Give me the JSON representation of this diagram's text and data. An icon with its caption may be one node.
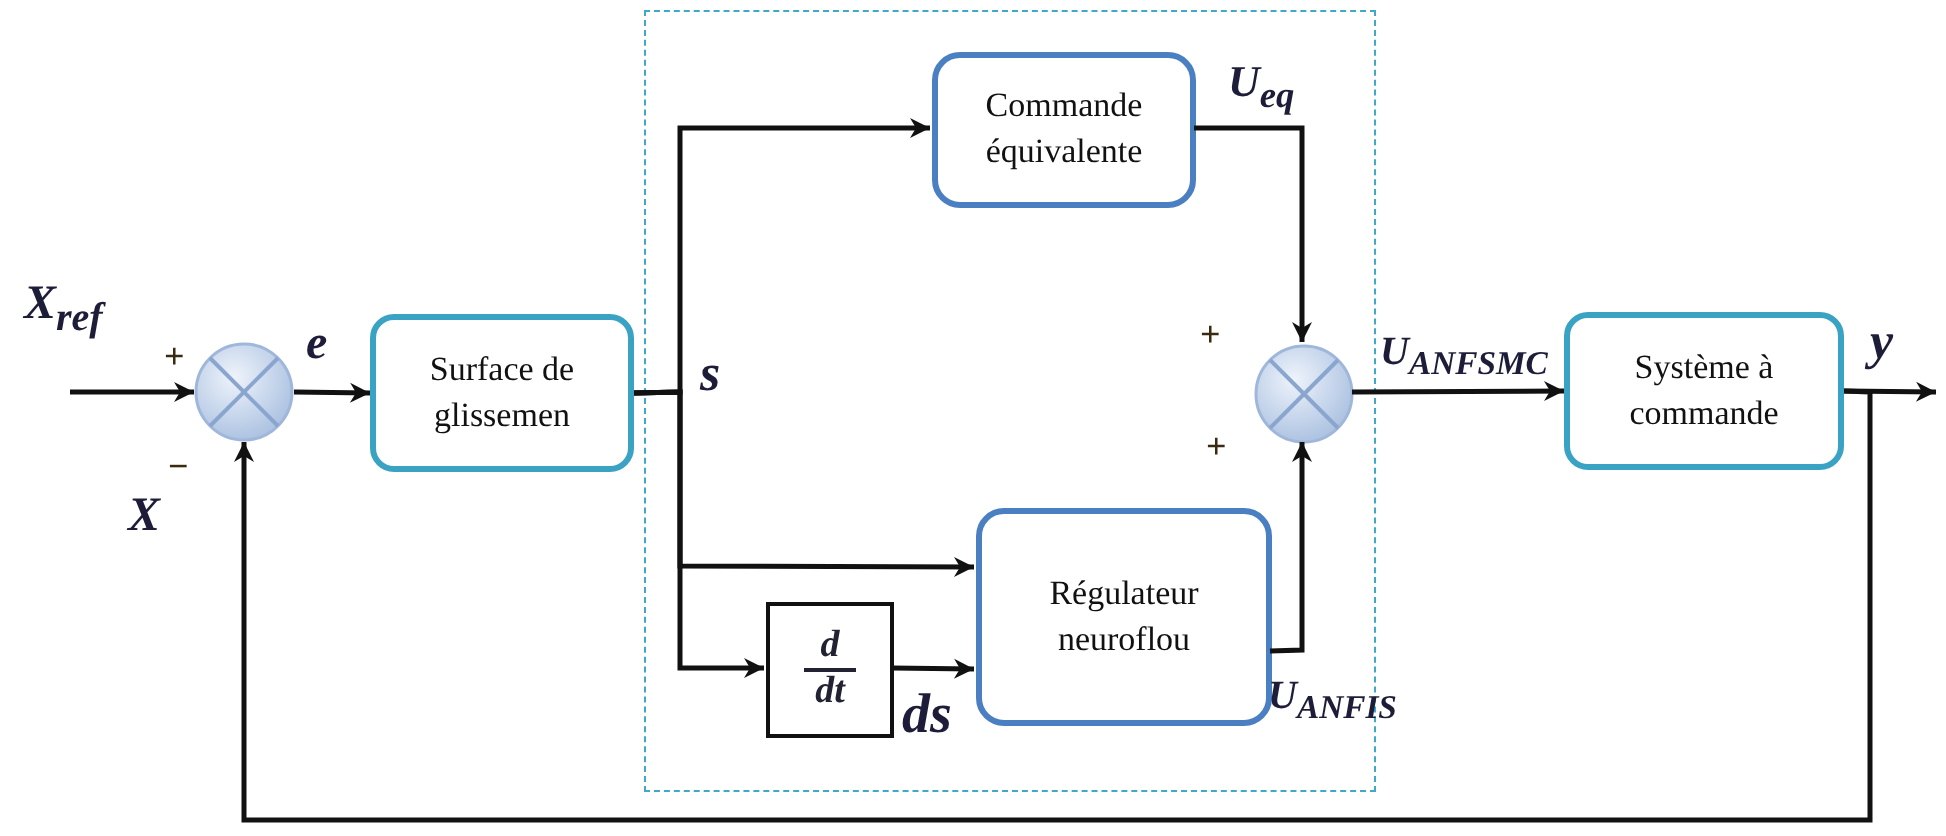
{
  "diagram": {
    "nodes": [
      {
        "text": [],
        "shape": "box"
      },
      {
        "text": [],
        "shape": "circle"
      },
      {
        "text": [
          "Surface de glissemen"
        ]
      },
      {
        "text": [
          "Commande équivalente"
        ],
        "in": 0
      },
      {
        "text": [
          "d",
          "dt"
        ],
        "in": 0
      },
      {
        "text": [
          "Régulateur neuroflou"
        ],
        "in": 0
      },
      {
        "text": [],
        "shape": "circle",
        "in": 0
      },
      {
        "text": [
          "Système à commande"
        ]
      }
    ],
    "edges": [
      {
        "from": null,
        "to": 1,
        "arrow": "to",
        "label": "X$_{ref}$"
      },
      {
        "from": 1,
        "to": 2,
        "arrow": "to",
        "label": "e"
      },
      {
        "from": 2,
        "to": 3,
        "arrow": "to",
        "label": "s"
      },
      {
        "from": 2,
        "to": 5,
        "arrow": "to"
      },
      {
        "from": 2,
        "to": 4,
        "arrow": "to"
      },
      {
        "from": 4,
        "to": 5,
        "arrow": "to",
        "label": "ds"
      },
      {
        "from": 3,
        "to": 6,
        "arrow": "to",
        "label": "U$_{eq}$"
      },
      {
        "from": 5,
        "to": 6,
        "arrow": "to",
        "label": "U$_{ANFIS}$"
      },
      {
        "from": 6,
        "to": 7,
        "arrow": "to",
        "label": "U$_{ANFSMC}$"
      },
      {
        "from": 7,
        "to": null,
        "arrow": "to",
        "label": "y"
      },
      {
        "from": 7,
        "to": 1,
        "arrow": "to",
        "label": "X"
      }
    ],
    "labels": [
      "+",
      "−",
      "+",
      "+"
    ]
  }
}
